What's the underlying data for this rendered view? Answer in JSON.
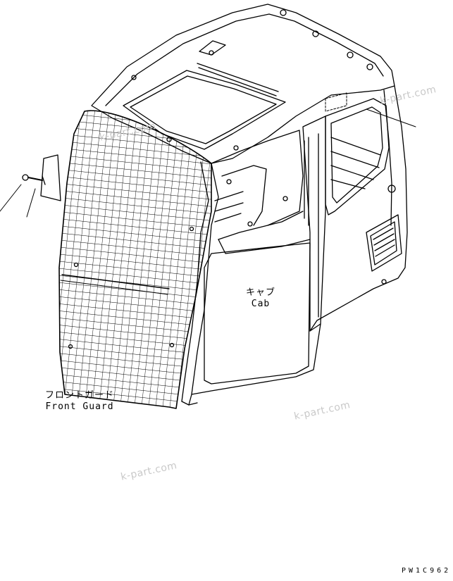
{
  "labels": {
    "cab_jp": "キャブ",
    "cab_en": "Cab",
    "guard_jp": "フロントガード",
    "guard_en": "Front Guard"
  },
  "watermarks": [
    "k-part.com",
    "k-part.com",
    "k-part.com",
    "k-part.com"
  ],
  "drawing_code": "PW1C962"
}
